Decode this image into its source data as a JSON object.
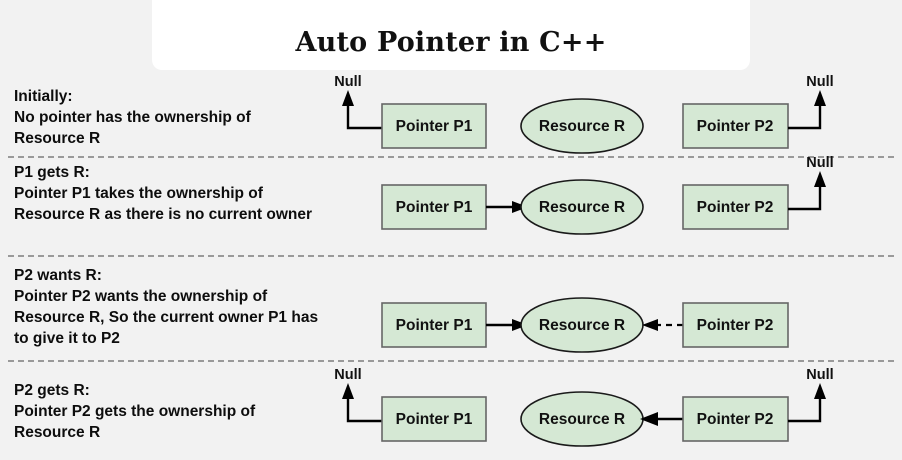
{
  "page": {
    "background_color": "#f2f2f2",
    "title": "Auto Pointer in C++",
    "title_card_color": "#ffffff"
  },
  "palette": {
    "node_fill": "#d5e8d4",
    "box_stroke": "#666666",
    "ellipse_stroke": "#1a1a1a",
    "link_color": "#000000",
    "separator_color": "#9a9a9a",
    "text_color": "#0d0d0d"
  },
  "labels": {
    "pointer_p1": "Pointer P1",
    "pointer_p2": "Pointer P2",
    "resource_r": "Resource R",
    "null": "Null"
  },
  "rows": [
    {
      "id": "initially",
      "heading": "Initially:",
      "body": "No pointer has the ownership of Resource R",
      "p1_null": true,
      "p2_null": true,
      "p1_to_r": "none",
      "p2_to_r": "none"
    },
    {
      "id": "p1-gets-r",
      "heading": "P1 gets R:",
      "body": "Pointer P1 takes the ownership of Resource R as there is no current owner",
      "p1_null": false,
      "p2_null": true,
      "p1_to_r": "solid",
      "p2_to_r": "none"
    },
    {
      "id": "p2-wants-r",
      "heading": "P2 wants R:",
      "body": "Pointer P2 wants the ownership of Resource R, So the current owner P1 has to give it to P2",
      "p1_null": false,
      "p2_null": false,
      "p1_to_r": "solid",
      "p2_to_r": "dashed"
    },
    {
      "id": "p2-gets-r",
      "heading": "P2 gets R:",
      "body": "Pointer P2 gets the ownership of Resource R",
      "p1_null": true,
      "p2_null": true,
      "p1_to_r": "none",
      "p2_to_r": "solid"
    }
  ]
}
